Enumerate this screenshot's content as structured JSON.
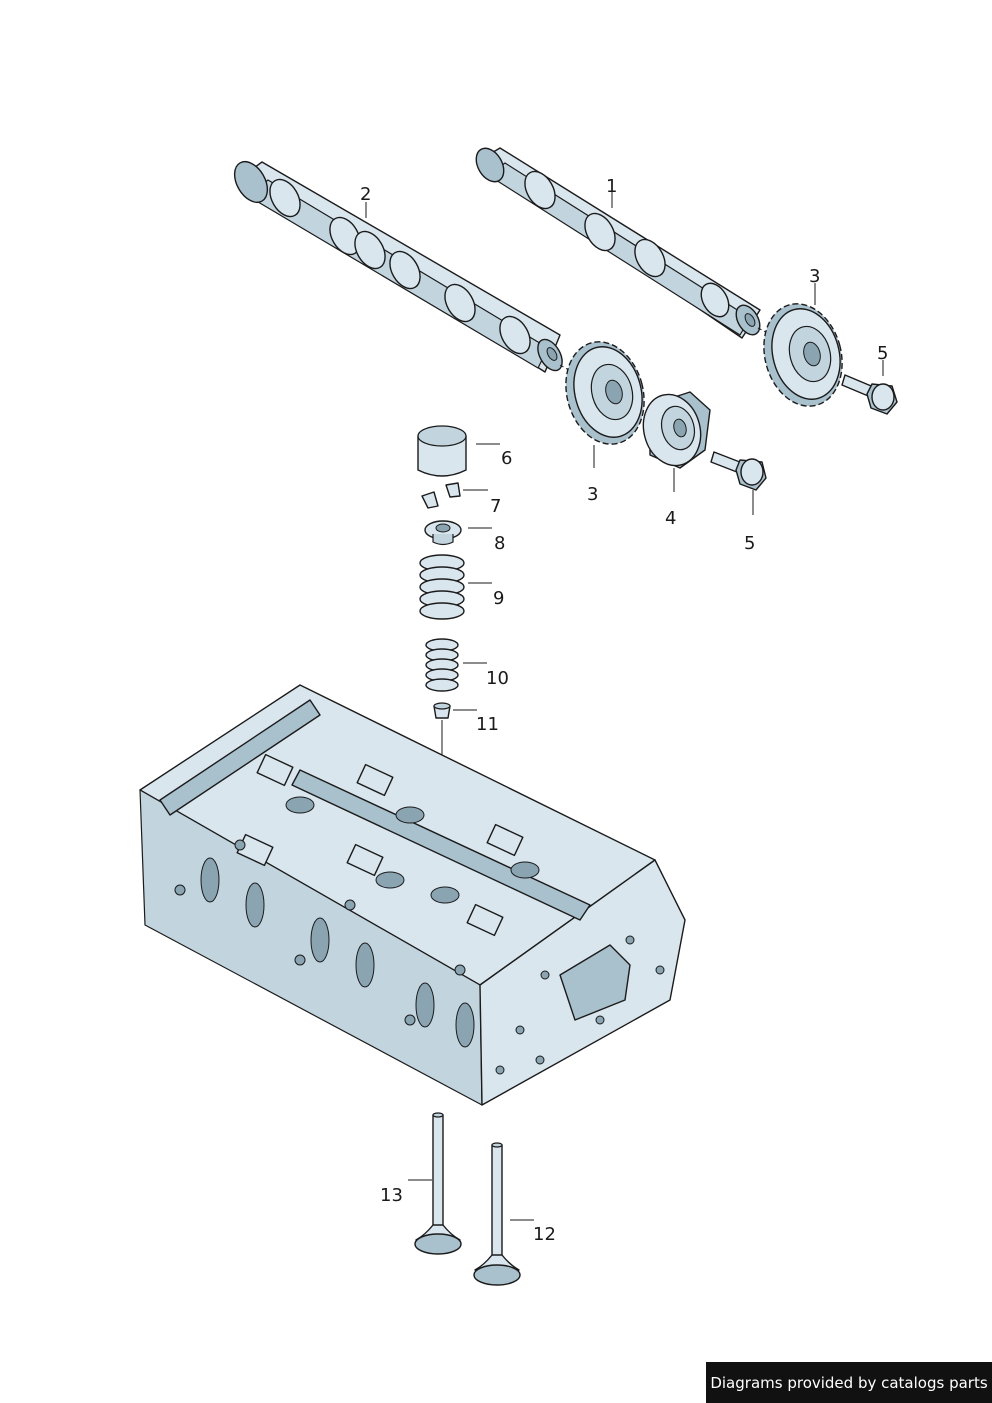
{
  "callouts": {
    "c1": "1",
    "c2": "2",
    "c3a": "3",
    "c3b": "3",
    "c4": "4",
    "c5a": "5",
    "c5b": "5",
    "c6": "6",
    "c7": "7",
    "c8": "8",
    "c9": "9",
    "c10": "10",
    "c11": "11",
    "c12": "12",
    "c13": "13"
  },
  "footer": {
    "credit": "Diagrams provided by catalogs parts"
  },
  "colors": {
    "metal": "#d9e6ee",
    "metal_shadow": "#a9c0cd",
    "line": "#1b1b1b",
    "footer_bg": "#111111"
  }
}
